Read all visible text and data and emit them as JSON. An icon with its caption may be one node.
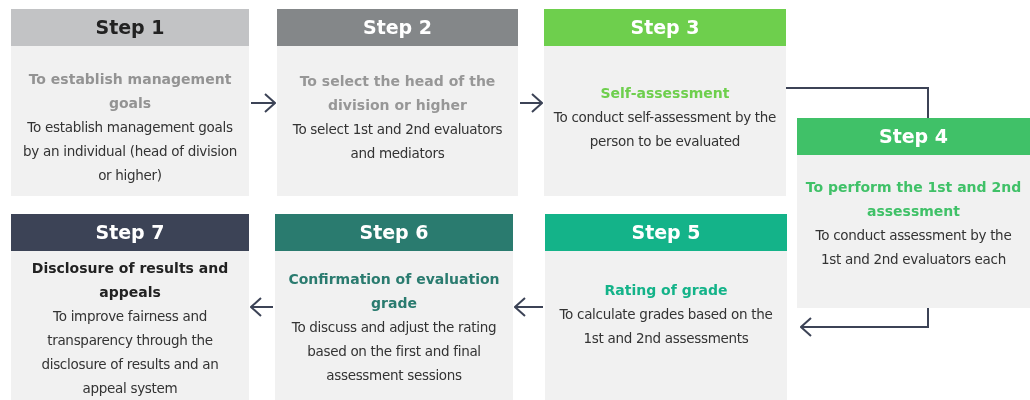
{
  "diagram": {
    "nodes": [
      {
        "text": [
          "Step 1",
          "To establish management goals",
          "To establish management goals by an individual (head of division or higher)"
        ]
      },
      {
        "text": [
          "Step 2",
          "To select the head of the division or higher",
          "To select 1st and 2nd evaluators and mediators"
        ]
      },
      {
        "text": [
          "Step 3",
          "Self-assessment",
          "To conduct self-assessment by the person to be evaluated"
        ]
      },
      {
        "text": [
          "Step 4",
          "To perform the 1st and 2nd assessment",
          "To conduct assessment by the 1st and 2nd evaluators each"
        ]
      },
      {
        "text": [
          "Step 5",
          "Rating of grade",
          "To calculate grades based on the 1st and 2nd assessments"
        ]
      },
      {
        "text": [
          "Step 6",
          "Confirmation of evaluation grade",
          "To discuss and adjust the rating based on the first and final assessment sessions"
        ]
      },
      {
        "text": [
          "Step 7",
          "Disclosure of results and appeals",
          "To improve fairness and transparency through the disclosure of results and an appeal system"
        ]
      }
    ],
    "edges": [
      {
        "from": 0,
        "to": 1,
        "arrow": "to"
      },
      {
        "from": 1,
        "to": 2,
        "arrow": "to"
      },
      {
        "from": 2,
        "to": 3,
        "arrow": "none"
      },
      {
        "from": 3,
        "to": 4,
        "arrow": "to"
      },
      {
        "from": 4,
        "to": 5,
        "arrow": "to"
      },
      {
        "from": 5,
        "to": 6,
        "arrow": "to"
      }
    ]
  }
}
